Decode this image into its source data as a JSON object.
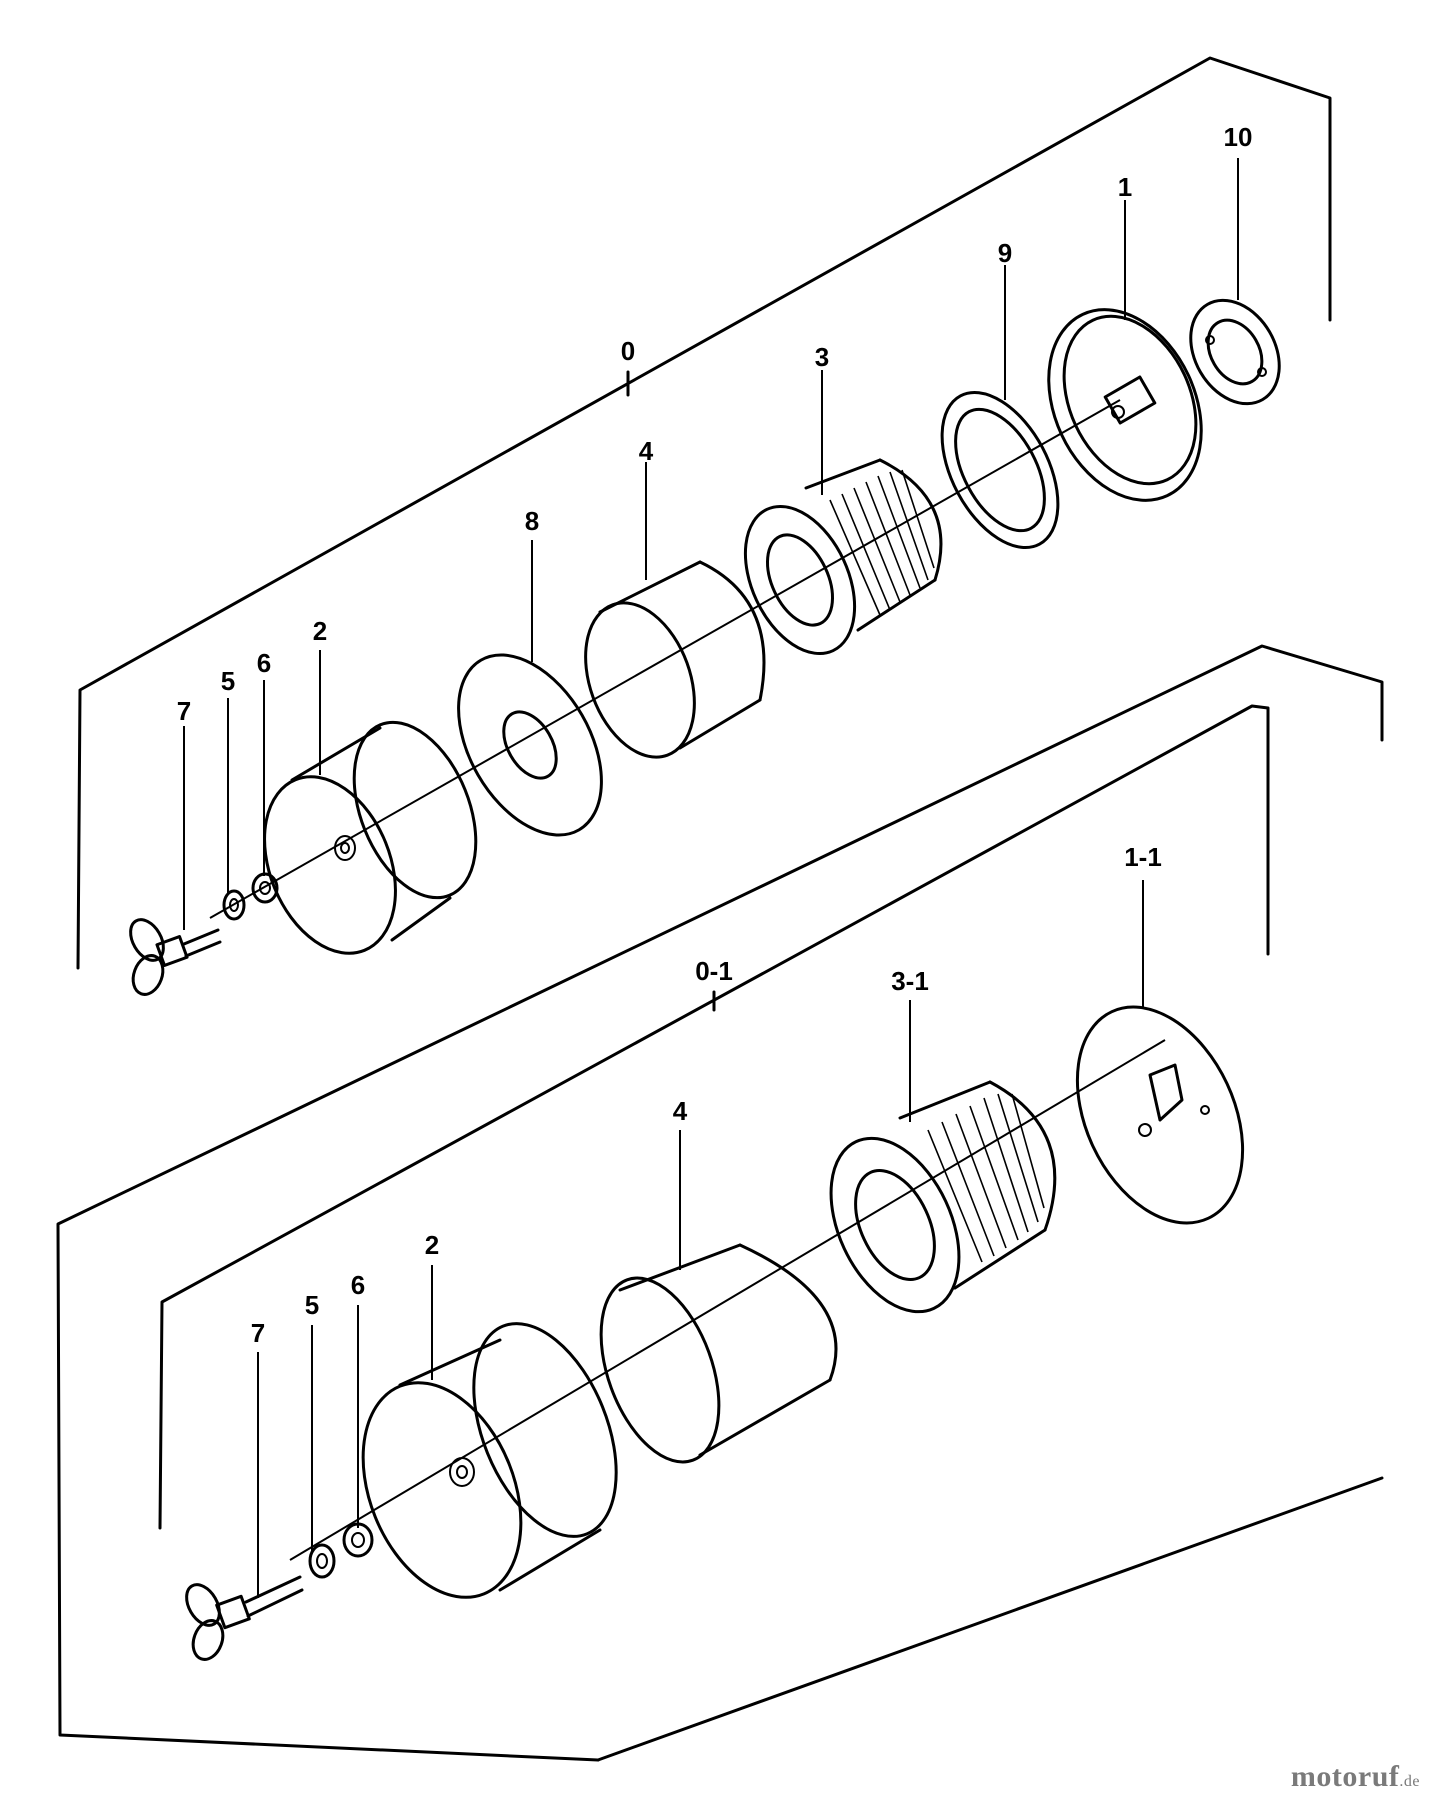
{
  "callouts": {
    "upper": {
      "assembly": "0",
      "item_1": "1",
      "item_2": "2",
      "item_3": "3",
      "item_4": "4",
      "item_5": "5",
      "item_6": "6",
      "item_7": "7",
      "item_8": "8",
      "item_9": "9",
      "item_10": "10"
    },
    "lower": {
      "assembly": "0-1",
      "item_1": "1-1",
      "item_2": "2",
      "item_3": "3-1",
      "item_4": "4",
      "item_5": "5",
      "item_6": "6",
      "item_7": "7"
    }
  },
  "watermark": {
    "name": "motoruf",
    "suffix": ".de"
  }
}
